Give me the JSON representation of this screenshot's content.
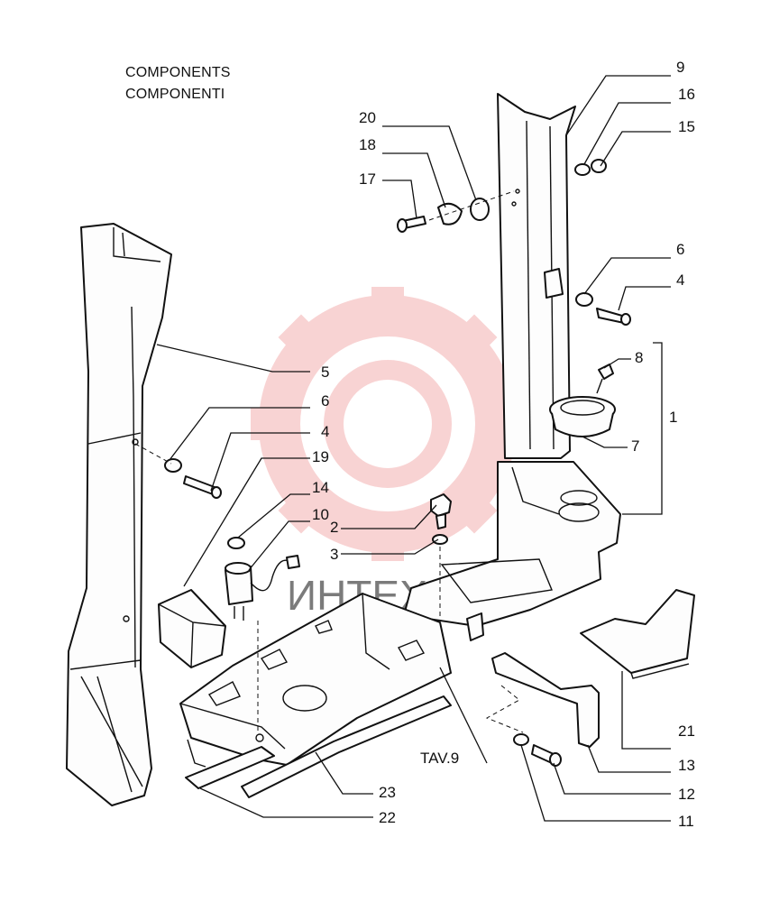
{
  "header": {
    "line1": "COMPONENTS",
    "line2": "COMPONENTI"
  },
  "watermark": {
    "text": "ИНТЕХ",
    "color": "#e23a3a"
  },
  "callouts": [
    "9",
    "16",
    "15",
    "20",
    "18",
    "17",
    "6",
    "4",
    "8",
    "1",
    "7",
    "5",
    "6",
    "4",
    "19",
    "14",
    "10",
    "2",
    "3",
    "21",
    "13",
    "12",
    "11",
    "23",
    "22",
    "TAV.9"
  ]
}
